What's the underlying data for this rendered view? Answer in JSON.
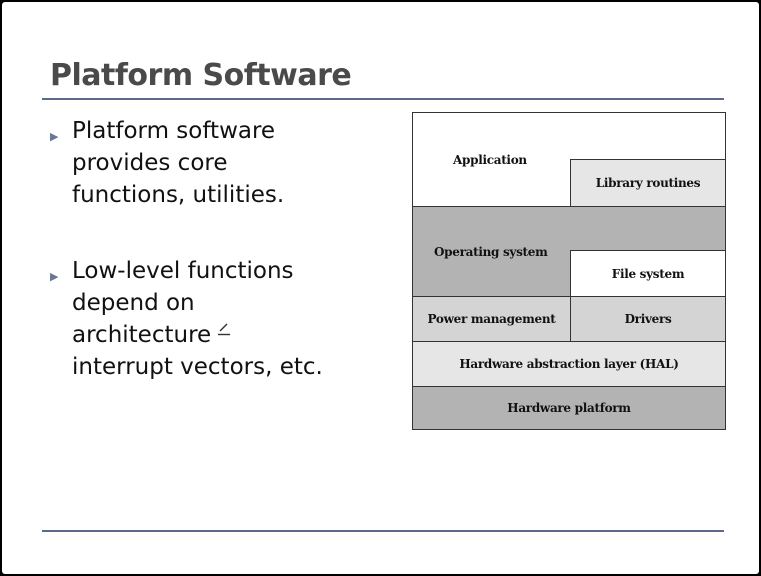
{
  "slide": {
    "title": "Platform Software",
    "bullets": [
      {
        "lines": [
          "Platform software",
          "provides core",
          "functions, utilities."
        ]
      },
      {
        "lines": [
          "Low-level functions",
          "depend on",
          "architecture",
          "interrupt vectors, etc."
        ]
      }
    ]
  },
  "diagram": {
    "layers": {
      "application": "Application",
      "library_routines": "Library routines",
      "operating_system": "Operating system",
      "file_system": "File system",
      "power_management": "Power management",
      "drivers": "Drivers",
      "hal": "Hardware abstraction layer (HAL)",
      "hardware_platform": "Hardware platform"
    },
    "colors": {
      "white": "#ffffff",
      "light_gray": "#e6e6e6",
      "mid_gray": "#d4d4d4",
      "dark_gray": "#b3b3b3"
    }
  },
  "icons": {
    "bullet": "triangle-bullet-icon",
    "annotation": "pen-icon"
  }
}
